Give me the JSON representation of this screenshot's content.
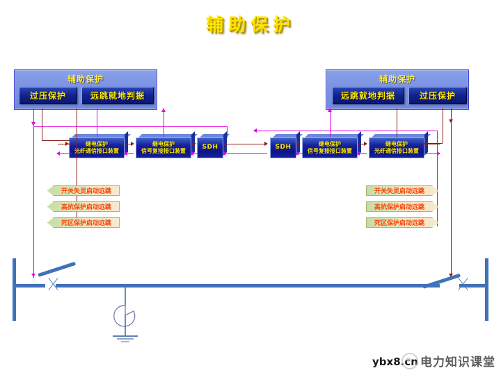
{
  "title": "辅助保护",
  "panels": {
    "left": {
      "header": "辅助保护",
      "buttons": [
        "过压保护",
        "远跳就地判据"
      ]
    },
    "right": {
      "header": "辅助保护",
      "buttons": [
        "远跳就地判据",
        "过压保护"
      ]
    }
  },
  "devices": [
    {
      "line1": "继电保护",
      "line2": "光纤通信接口装置"
    },
    {
      "line1": "继电保护",
      "line2": "信号复接接口装置"
    },
    {
      "line1": "SDH",
      "line2": ""
    },
    {
      "line1": "SDH",
      "line2": ""
    },
    {
      "line1": "继电保护",
      "line2": "信号复接接口装置"
    },
    {
      "line1": "继电保护",
      "line2": "光纤通信接口装置"
    }
  ],
  "triggers": {
    "left": [
      "开关失灵启动远跳",
      "高抗保护启动远跳",
      "死区保护启动远跳"
    ],
    "right": [
      "开关失灵启动远跳",
      "高抗保护启动远跳",
      "死区保护启动远跳"
    ]
  },
  "watermark": {
    "url": "ybx8.cn",
    "text": "电力知识课堂"
  },
  "colors": {
    "title": "#ffe400",
    "panel_bg": "#7b93e4",
    "button_bg": "#11228c",
    "button_text": "#ffe800",
    "device_bg": "#17209c",
    "trigger_text": "#ff3b00",
    "line_red": "#8b1a1a",
    "line_magenta": "#e000e0",
    "bus_blue": "#3f72b8"
  }
}
